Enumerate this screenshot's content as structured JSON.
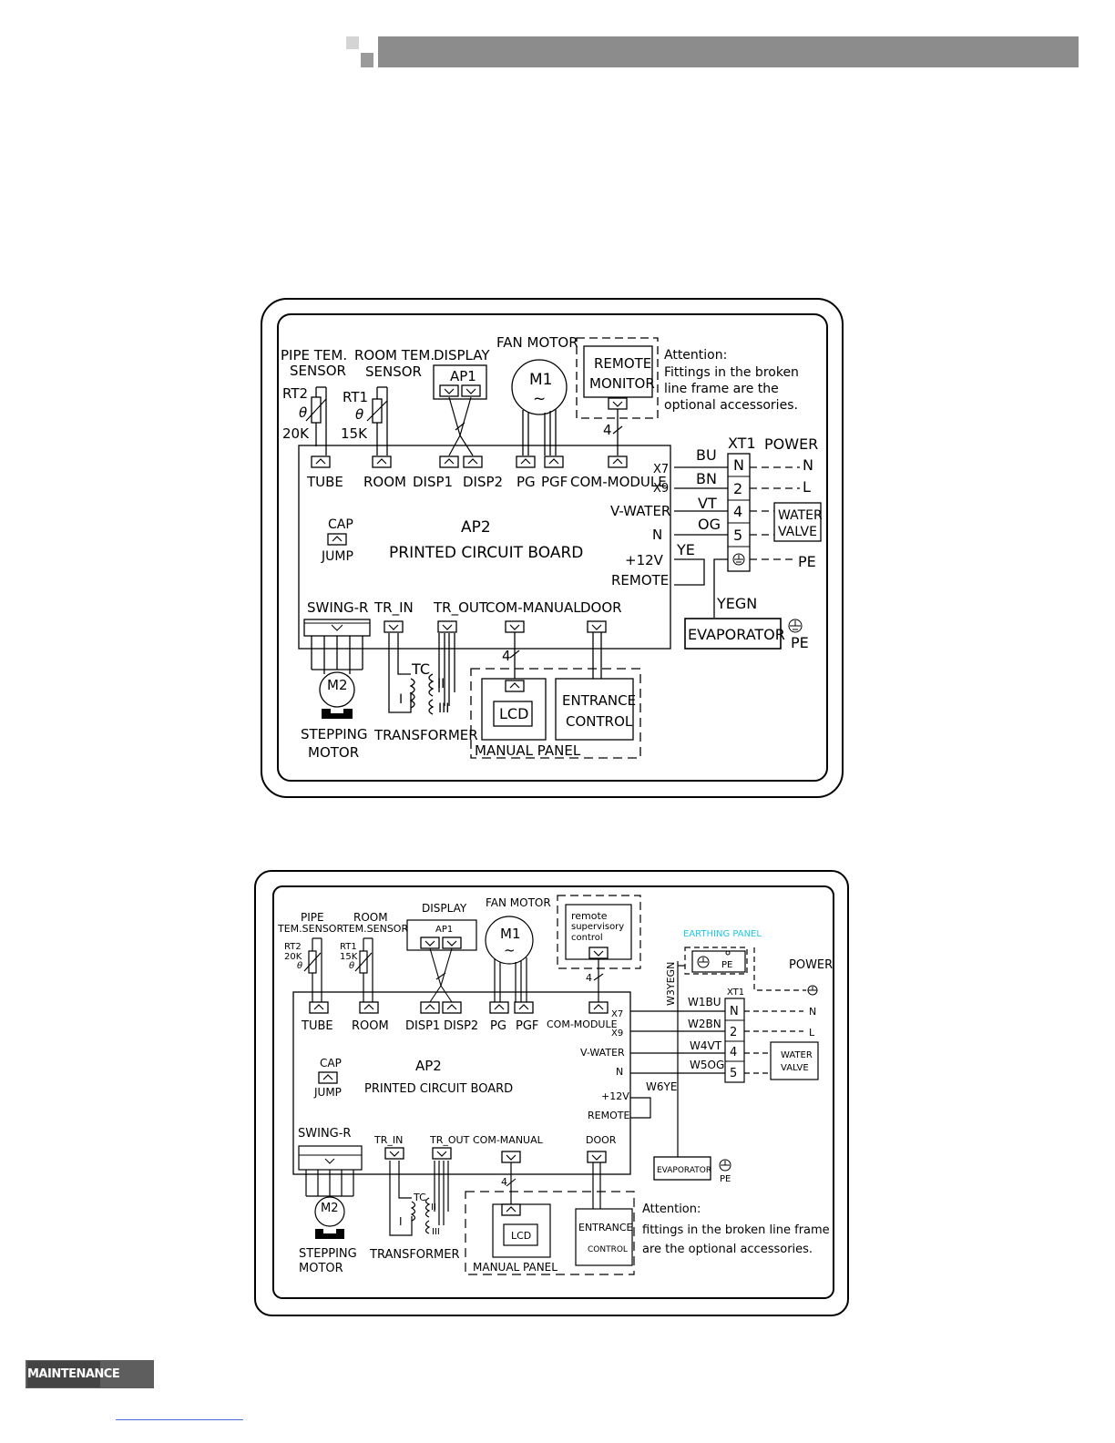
{
  "header": {},
  "footer": {
    "section_label": "MAINTENANCE"
  },
  "diagram1": {
    "pipe_sensor": "PIPE TEM.",
    "pipe_sensor2": "SENSOR",
    "room_sensor": "ROOM TEM.",
    "room_sensor2": "SENSOR",
    "display": "DISPLAY",
    "fan_motor": "FAN MOTOR",
    "ap1": "AP1",
    "m1": "M1",
    "tilde": "~",
    "remote1": "REMOTE",
    "remote2": "MONITOR",
    "attention1": "Attention:",
    "attention2": "Fittings in the broken",
    "attention3": "line frame are the",
    "attention4": "optional accessories.",
    "rt2": "RT2",
    "rt1": "RT1",
    "theta": "θ",
    "k20": "20K",
    "k15": "15K",
    "four": "4",
    "tube": "TUBE",
    "room": "ROOM",
    "disp1": "DISP1",
    "disp2": "DISP2",
    "pg": "PG",
    "pgf": "PGF",
    "com_module": "COM-MODULE",
    "x7": "X7",
    "x9": "X9",
    "xt1": "XT1",
    "power": "POWER",
    "bu": "BU",
    "bn": "BN",
    "vt": "VT",
    "og": "OG",
    "ye": "YE",
    "yegn": "YEGN",
    "t_n": "N",
    "t_2": "2",
    "t_4": "4",
    "t_5": "5",
    "n_out": "N",
    "l_out": "L",
    "pe_out": "PE",
    "water1": "WATER",
    "water2": "VALVE",
    "cap": "CAP",
    "jump": "JUMP",
    "ap2": "AP2",
    "pcb": "PRINTED CIRCUIT BOARD",
    "v_water": "V-WATER",
    "n": "N",
    "plus12v": "+12V",
    "remote": "REMOTE",
    "swing_r": "SWING-R",
    "tr_in": "TR_IN",
    "tr_out": "TR_OUT",
    "com_manual": "COM-MANUAL",
    "door": "DOOR",
    "evaporator": "EVAPORATOR",
    "pe": "PE",
    "m2": "M2",
    "tc": "TC",
    "coil_i": "I",
    "coil_ii": "II",
    "coil_iii": "III",
    "lcd": "LCD",
    "entrance1": "ENTRANCE",
    "entrance2": "CONTROL",
    "manual_panel": "MANUAL PANEL",
    "stepping1": "STEPPING",
    "stepping2": "MOTOR",
    "transformer": "TRANSFORMER"
  },
  "diagram2": {
    "pipe1": "PIPE",
    "pipe2": "TEM.SENSOR",
    "room1": "ROOM",
    "room2": "TEM.SENSOR",
    "display": "DISPLAY",
    "fan_motor": "FAN MOTOR",
    "ap1": "AP1",
    "m1": "M1",
    "tilde": "~",
    "remote1": "remote",
    "remote2": "supervisory",
    "remote3": "control",
    "earthing_panel": "EARTHING PANEL",
    "pe_box": "PE",
    "power": "POWER",
    "rt2": "RT2",
    "k20": "20K",
    "rt1": "RT1",
    "k15": "15K",
    "theta": "θ",
    "four": "4",
    "w3yegn": "W3YEGN",
    "xt1": "XT1",
    "tube": "TUBE",
    "room": "ROOM",
    "disp1": "DISP1",
    "disp2": "DISP2",
    "pg": "PG",
    "pgf": "PGF",
    "com_module": "COM-MODULE",
    "x7": "X7",
    "x9": "X9",
    "w1bu": "W1BU",
    "w2bn": "W2BN",
    "w4vt": "W4VT",
    "w5og": "W5OG",
    "w6ye": "W6YE",
    "t_n": "N",
    "t_2": "2",
    "t_4": "4",
    "t_5": "5",
    "n_out": "N",
    "l_out": "L",
    "water1": "WATER",
    "water2": "VALVE",
    "cap": "CAP",
    "jump": "JUMP",
    "ap2": "AP2",
    "pcb": "PRINTED CIRCUIT BOARD",
    "v_water": "V-WATER",
    "n": "N",
    "plus12v": "+12V",
    "remote": "REMOTE",
    "swing_r": "SWING-R",
    "tr_in": "TR_IN",
    "tr_out": "TR_OUT",
    "com_manual": "COM-MANUAL",
    "door": "DOOR",
    "evaporator": "EVAPORATOR",
    "pe": "PE",
    "m2": "M2",
    "tc": "TC",
    "coil_i": "I",
    "coil_ii": "II",
    "coil_iii": "III",
    "lcd": "LCD",
    "entrance1": "ENTRANCE",
    "entrance2": "CONTROL",
    "manual_panel": "MANUAL PANEL",
    "attention1": "Attention:",
    "attention2": "fittings in the broken line frame",
    "attention3": "are the optional accessories.",
    "stepping1": "STEPPING",
    "stepping2": "MOTOR",
    "transformer": "TRANSFORMER"
  },
  "colors": {
    "accent_cyan": "#1ec8e6"
  }
}
